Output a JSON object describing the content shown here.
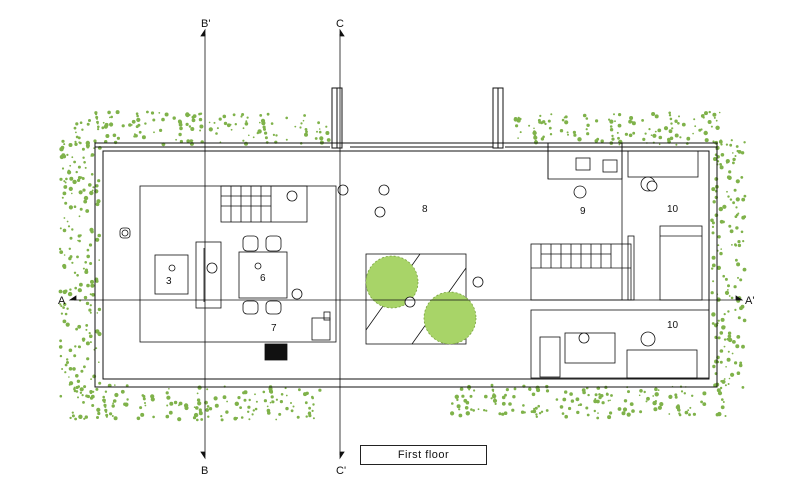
{
  "plan": {
    "title": "First floor",
    "section_labels": {
      "a_left": "A",
      "a_right": "A'",
      "b_top": "B'",
      "b_bottom": "B",
      "c_top": "C",
      "c_bottom": "C'"
    },
    "room_numbers": {
      "room_3": "3",
      "room_6": "6",
      "room_7": "7",
      "room_8": "8",
      "room_9": "9",
      "room_10_top": "10",
      "room_10_bottom": "10"
    },
    "colors": {
      "line": "#111111",
      "foliage": "#7fb24a",
      "tree": "#9acd5a"
    }
  }
}
